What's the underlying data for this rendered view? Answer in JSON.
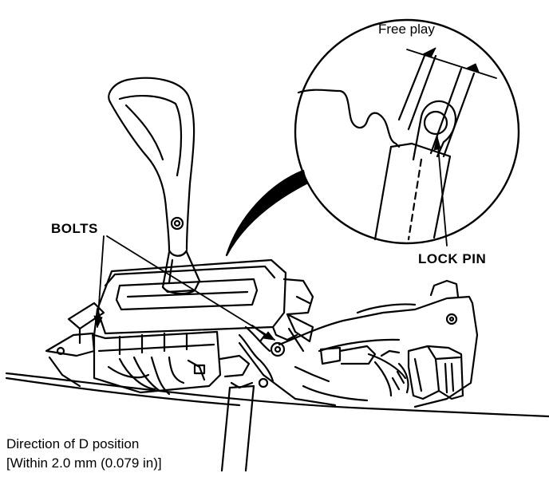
{
  "labels": {
    "free_play": "Free play",
    "lock_pin": "LOCK PIN",
    "bolts": "BOLTS",
    "direction_line1": "Direction of D position",
    "direction_line2": "[Within 2.0 mm (0.079 in)]"
  },
  "colors": {
    "ink": "#000000",
    "paper": "#ffffff"
  }
}
